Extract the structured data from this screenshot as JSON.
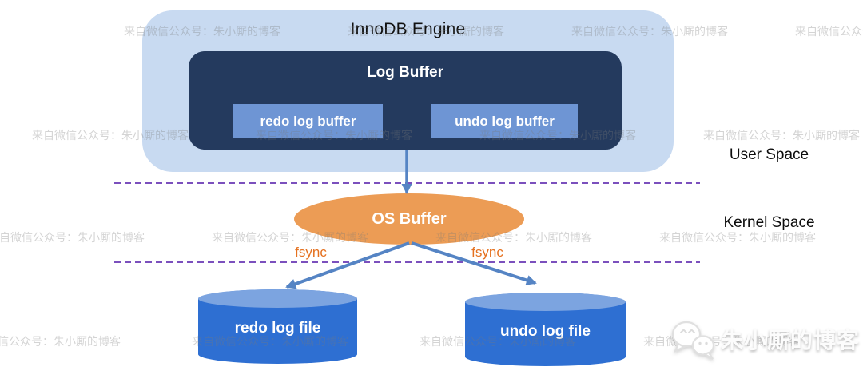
{
  "diagram": {
    "innodb_title": "InnoDB Engine",
    "log_buffer_title": "Log Buffer",
    "redo_log_buffer": "redo log buffer",
    "undo_log_buffer": "undo log buffer",
    "os_buffer": "OS Buffer",
    "fsync_label": "fsync",
    "redo_log_file": "redo log file",
    "undo_log_file": "undo log file",
    "user_space_label": "User Space",
    "kernel_space_label": "Kernel Space"
  },
  "watermark": {
    "text": "来自微信公众号：朱小厮的博客"
  },
  "logo": {
    "text": "朱小厮的博客",
    "icon": "wechat-icon"
  },
  "colors": {
    "container_fill": "#c8daf1",
    "log_buffer_fill": "#243a5e",
    "buffer_box_fill": "#6e95d4",
    "os_buffer_fill": "#ec9c55",
    "fsync_text": "#e5711f",
    "divider_dash": "#7b50bd",
    "arrow": "#5584c4",
    "cylinder_body": "#2e6fd2",
    "cylinder_top": "#7ca4e0",
    "title_text": "#111111",
    "watermark_text": "rgba(120,120,120,0.32)"
  }
}
